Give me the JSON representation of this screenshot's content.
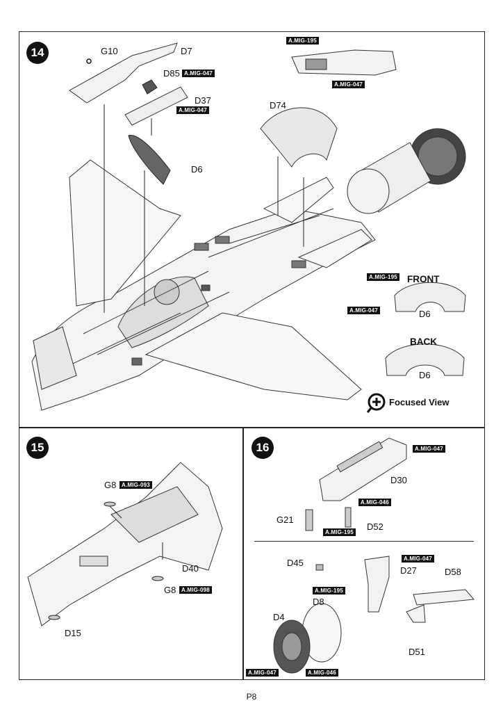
{
  "steps": {
    "s14": {
      "number": "14",
      "labels": {
        "g10": "G10",
        "d7": "D7",
        "d85": "D85",
        "d37": "D37",
        "d6": "D6",
        "d74": "D74",
        "d6_front": "D6",
        "d6_back": "D6"
      },
      "paints": {
        "p1": "A.MIG-195",
        "p2": "A.MIG-047",
        "p3": "A.MIG-047",
        "p4": "A.MIG-047",
        "p5": "A.MIG-195",
        "p6": "A.MIG-047"
      },
      "front_heading": "FRONT",
      "back_heading": "BACK",
      "focused_view": "Focused View"
    },
    "s15": {
      "number": "15",
      "labels": {
        "g8_top": "G8",
        "g8_bottom": "G8",
        "d40": "D40",
        "d15": "D15"
      },
      "paints": {
        "p1": "A.MIG-093",
        "p2": "A.MIG-098"
      }
    },
    "s16": {
      "number": "16",
      "labels": {
        "d30": "D30",
        "g21": "G21",
        "d52": "D52",
        "d45": "D45",
        "d27": "D27",
        "d58": "D58",
        "d8": "D8",
        "d4": "D4",
        "d51": "D51"
      },
      "paints": {
        "p1": "A.MIG-047",
        "p2": "A.MIG-046",
        "p3": "A.MIG-195",
        "p4": "A.MIG-047",
        "p5": "A.MIG-195",
        "p6": "A.MIG-047",
        "p7": "A.MIG-046"
      }
    }
  },
  "page_number": "P8",
  "icons": {
    "focused_view": "magnifier-plus-icon"
  }
}
